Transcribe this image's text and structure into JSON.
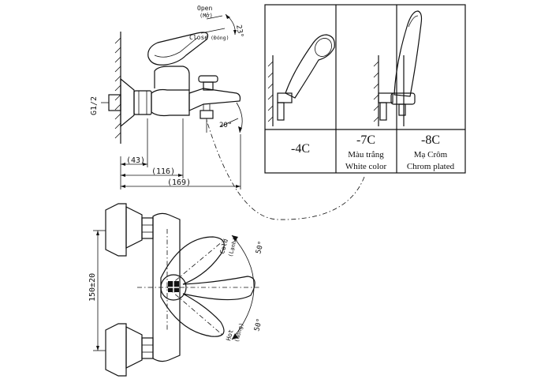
{
  "labels": {
    "open": "Open",
    "open_vi": "(Mở)",
    "close": "Close",
    "close_vi": "(Đóng)",
    "angle_top": "23°",
    "angle_spout": "20°",
    "thread": "G1/2",
    "dim_43": "(43)",
    "dim_116": "(116)",
    "dim_169": "(169)",
    "dim_150": "150±20",
    "cold": "Cold",
    "cold_vi": "(Lạnh)",
    "hot": "Hot",
    "hot_vi": "(Nóng)",
    "angle_cold": "50°",
    "angle_hot": "50°"
  },
  "variants": [
    {
      "code": "-4C",
      "line1": "",
      "line2": ""
    },
    {
      "code": "-7C",
      "line1": "Màu trắng",
      "line2": "White color"
    },
    {
      "code": "-8C",
      "line1": "Mạ Crôm",
      "line2": "Chrom plated"
    }
  ]
}
